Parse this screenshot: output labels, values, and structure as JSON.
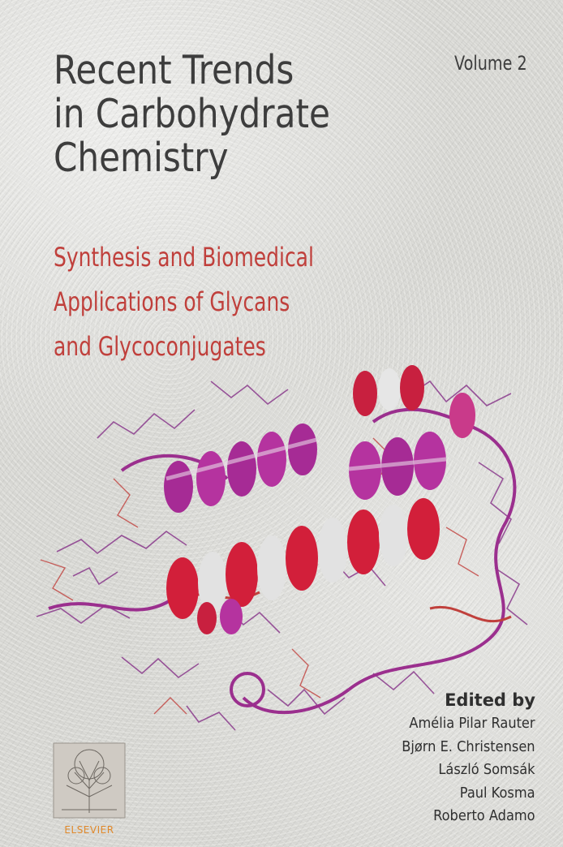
{
  "cover": {
    "title_lines": [
      "Recent Trends",
      "in Carbohydrate",
      "Chemistry"
    ],
    "volume": "Volume 2",
    "subtitle_lines": [
      "Synthesis and Biomedical",
      "Applications of Glycans",
      "and Glycoconjugates"
    ],
    "editors_label": "Edited by",
    "editors": [
      "Amélia Pilar Rauter",
      "Bjørn E. Christensen",
      "László Somsák",
      "Paul Kosma",
      "Roberto Adamo"
    ],
    "publisher": "ELSEVIER"
  },
  "colors": {
    "title": "#3d3d3d",
    "subtitle": "#c0403c",
    "helix_red": "#d8283a",
    "helix_magenta": "#b0309a",
    "publisher": "#e0892b"
  },
  "icons": {
    "cover_art": "protein-ribbon-illustration",
    "publisher_logo": "elsevier-tree-logo"
  }
}
